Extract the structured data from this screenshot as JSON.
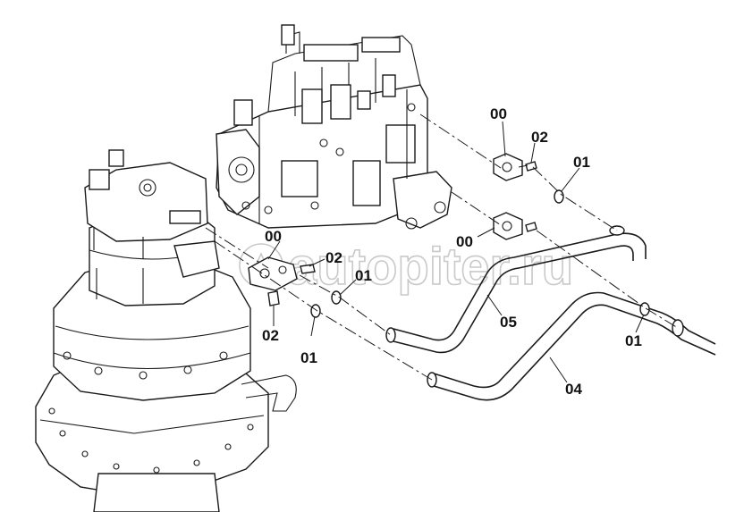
{
  "watermark": "autopiter.ru",
  "callouts": {
    "flange_top": "00",
    "bolt_top": "02",
    "oring_top": "01",
    "flange_mid": "00",
    "flange_left": "00",
    "bolt_left_upper": "02",
    "oring_left_upper": "01",
    "bolt_left_lower": "02",
    "oring_left_lower": "01",
    "hose_05": "05",
    "hose_04": "04",
    "oring_right": "01"
  }
}
